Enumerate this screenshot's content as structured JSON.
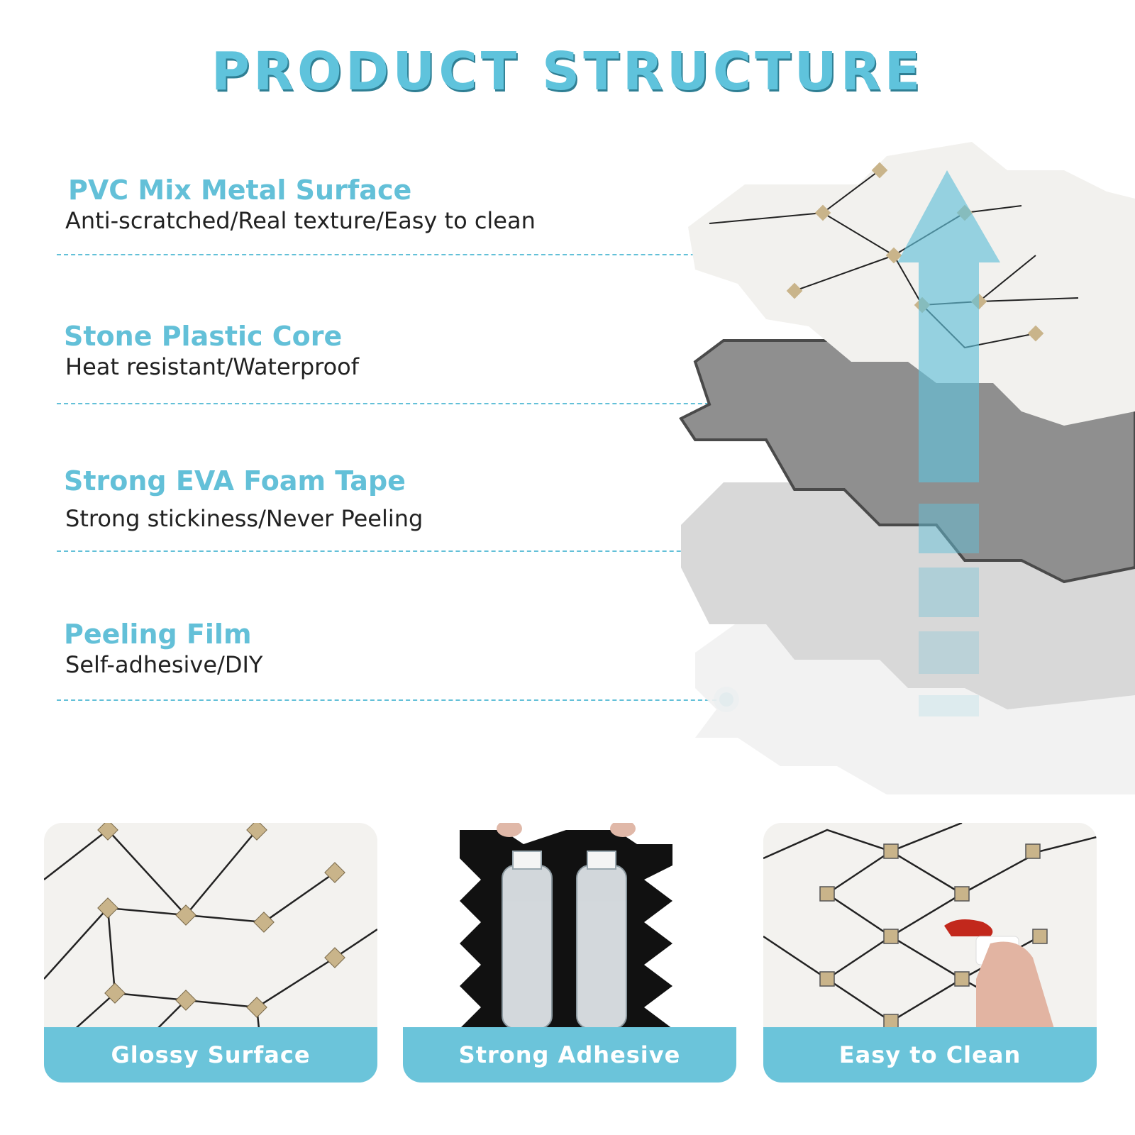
{
  "title": "PRODUCT STRUCTURE",
  "layers": [
    {
      "name": "PVC Mix Metal Surface",
      "desc": "Anti-scratched/Real texture/Easy to clean"
    },
    {
      "name": "Stone Plastic Core",
      "desc": "Heat resistant/Waterproof"
    },
    {
      "name": "Strong EVA Foam Tape",
      "desc": "Strong stickiness/Never Peeling"
    },
    {
      "name": "Peeling Film",
      "desc": "Self-adhesive/DIY"
    }
  ],
  "features": [
    {
      "label": "Glossy Surface"
    },
    {
      "label": "Strong Adhesive"
    },
    {
      "label": "Easy to Clean"
    }
  ],
  "colors": {
    "accent": "#63c0d8",
    "title": "#5fc3dc",
    "band": "#6bc4da",
    "core": "#8d8d8d",
    "foam": "#d6d6d6",
    "film": "#eeeeee",
    "metal": "#c9b48a"
  }
}
